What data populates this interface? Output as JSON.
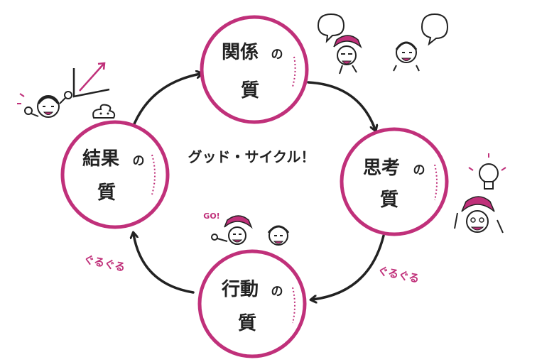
{
  "colors": {
    "accent": "#c0307a",
    "ink": "#222222",
    "background": "#ffffff"
  },
  "center_label": "グッド・サイクル！",
  "nodes": {
    "relationship": {
      "label_a": "関係",
      "label_b": "の",
      "label_c": "質"
    },
    "thinking": {
      "label_a": "思考",
      "label_b": "の",
      "label_c": "質"
    },
    "action": {
      "label_a": "行動",
      "label_b": "の",
      "label_c": "質"
    },
    "result": {
      "label_a": "結果",
      "label_b": "の",
      "label_c": "質"
    }
  },
  "loop_labels": {
    "left": "ぐるぐる",
    "right": "ぐるぐる"
  },
  "go_label": "GO!",
  "icons": [
    "speech-bubble-icon",
    "lightbulb-icon",
    "growth-chart-icon",
    "poop-icon"
  ]
}
